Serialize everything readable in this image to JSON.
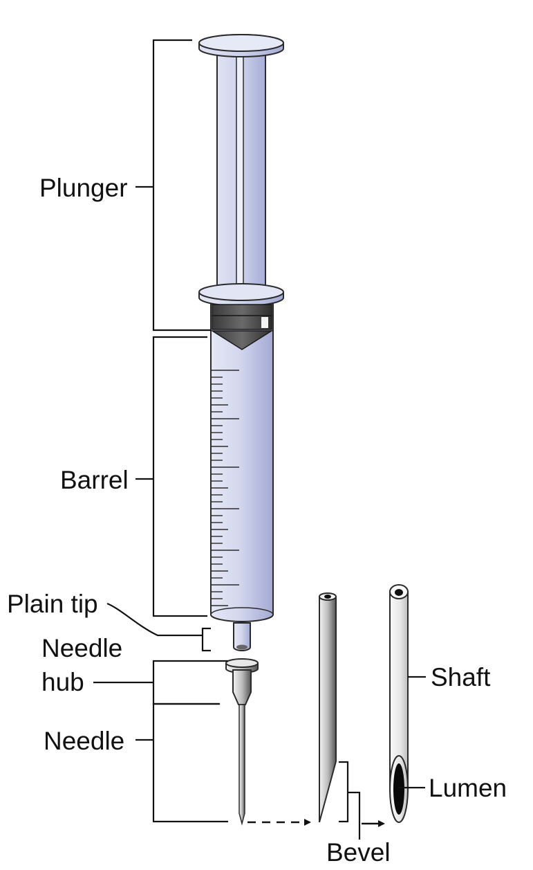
{
  "labels": {
    "plunger": "Plunger",
    "barrel": "Barrel",
    "plain_tip": "Plain tip",
    "needle_hub_line1": "Needle",
    "needle_hub_line2": "hub",
    "needle": "Needle",
    "shaft": "Shaft",
    "lumen": "Lumen",
    "bevel": "Bevel"
  },
  "colors": {
    "outline": "#2a2a2a",
    "syringe_light": "#dde1f2",
    "syringe_dark": "#a9afd6",
    "stopper_dark": "#4a4a4a",
    "needle_light": "#eeeeee",
    "needle_dark": "#555555"
  }
}
